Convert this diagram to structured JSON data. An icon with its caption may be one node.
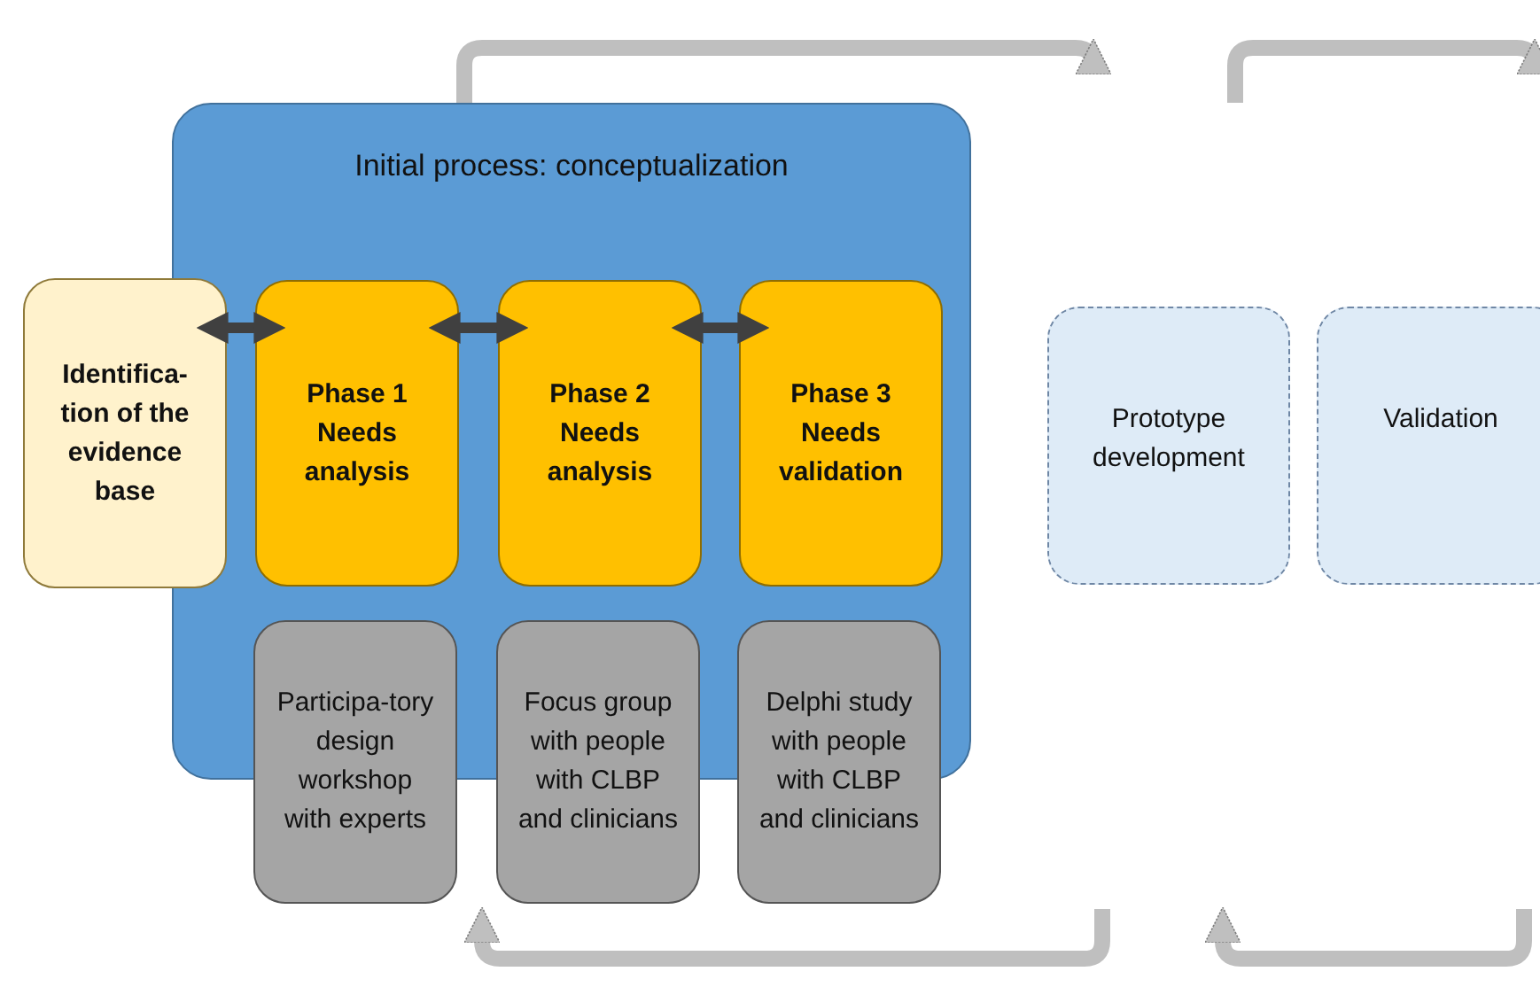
{
  "diagram": {
    "nodes": [
      {
        "text": [
          "Initial process: conceptualization"
        ]
      },
      {
        "text": [
          "Identifica-tion of the evidence base"
        ]
      },
      {
        "text": [
          "Phase 1 Needs analysis"
        ],
        "in": 0
      },
      {
        "text": [
          "Phase 2 Needs analysis"
        ],
        "in": 0
      },
      {
        "text": [
          "Phase 3 Needs validation"
        ],
        "in": 0
      },
      {
        "text": [
          "Participa-tory design workshop with experts"
        ]
      },
      {
        "text": [
          "Focus group with people with CLBP and clinicians"
        ]
      },
      {
        "text": [
          "Delphi study with people with CLBP and clinicians"
        ]
      },
      {
        "text": [
          "Prototype development"
        ]
      },
      {
        "text": [
          "Validation"
        ]
      }
    ],
    "edges": [
      {
        "from": 1,
        "to": 2,
        "arrow": "both"
      },
      {
        "from": 2,
        "to": 3,
        "arrow": "both"
      },
      {
        "from": 3,
        "to": 4,
        "arrow": "both"
      }
    ]
  }
}
